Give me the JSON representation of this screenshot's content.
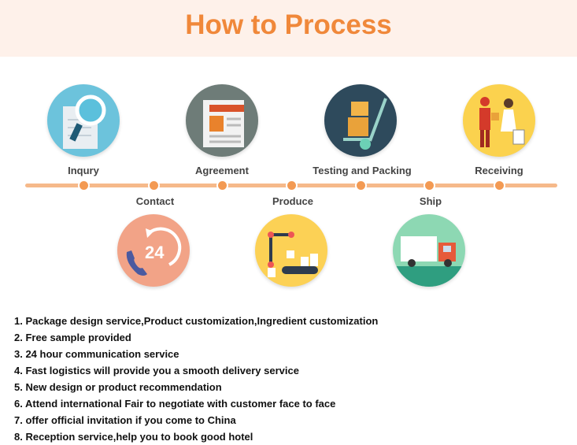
{
  "title": "How to Process",
  "steps_top": [
    {
      "label": "Inqury",
      "icon": "magnifier-document-icon"
    },
    {
      "label": "Agreement",
      "icon": "newspaper-icon"
    },
    {
      "label": "Testing and Packing",
      "icon": "hand-truck-boxes-icon"
    },
    {
      "label": "Receiving",
      "icon": "delivery-person-icon"
    }
  ],
  "steps_bottom": [
    {
      "label": "Contact",
      "icon": "phone-24-icon"
    },
    {
      "label": "Produce",
      "icon": "robot-arm-conveyor-icon"
    },
    {
      "label": "Ship",
      "icon": "truck-icon"
    }
  ],
  "icon_24": "24",
  "services": [
    "1. Package design service,Product customization,Ingredient customization",
    "2. Free sample provided",
    "3. 24 hour communication service",
    "4. Fast logistics will provide you a smooth delivery service",
    "5. New design or product recommendation",
    "6. Attend international Fair to negotiate with customer face to face",
    "7. offer official invitation if you come to China",
    "8. Reception service,help you to book good hotel"
  ],
  "colors": {
    "accent": "#f0883a",
    "header_bg": "#fef1ea",
    "line": "#f6b98a"
  }
}
